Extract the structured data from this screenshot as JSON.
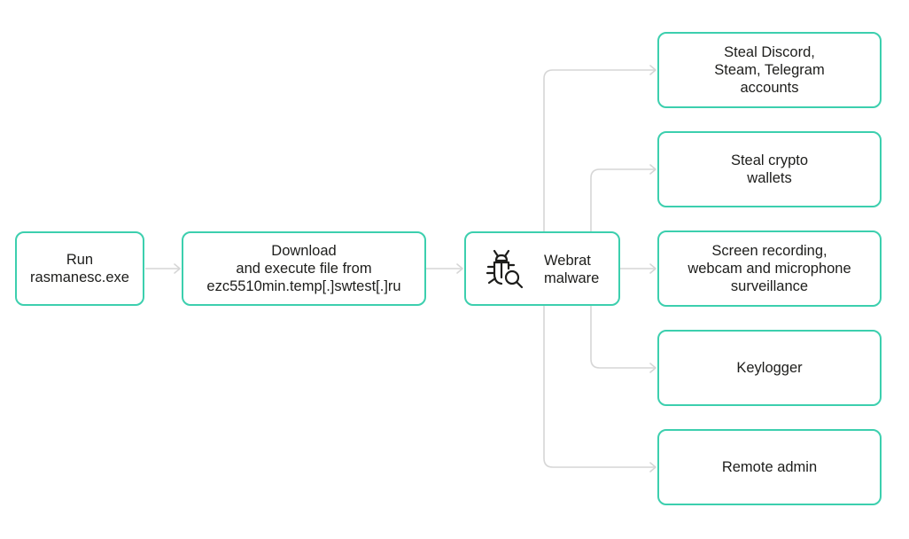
{
  "diagram": {
    "nodes": {
      "run": {
        "label": "Run\nrasmanesc.exe"
      },
      "download": {
        "label": "Download\nand execute file from\nezc5510min.temp[.]swtest[.]ru"
      },
      "webrat": {
        "label": "Webrat\nmalware",
        "icon": "bug-search-icon"
      },
      "steal_accounts": {
        "label": "Steal Discord,\nSteam, Telegram\naccounts"
      },
      "steal_crypto": {
        "label": "Steal crypto\nwallets"
      },
      "surveillance": {
        "label": "Screen recording,\nwebcam and microphone\nsurveillance"
      },
      "keylogger": {
        "label": "Keylogger"
      },
      "remote_admin": {
        "label": "Remote admin"
      }
    },
    "edges": [
      {
        "from": "run",
        "to": "download"
      },
      {
        "from": "download",
        "to": "webrat"
      },
      {
        "from": "webrat",
        "to": "steal_accounts"
      },
      {
        "from": "webrat",
        "to": "steal_crypto"
      },
      {
        "from": "webrat",
        "to": "surveillance"
      },
      {
        "from": "webrat",
        "to": "keylogger"
      },
      {
        "from": "webrat",
        "to": "remote_admin"
      }
    ],
    "colors": {
      "node_border": "#3ccfae",
      "connector": "#d6d6d6",
      "text": "#1d1d1b"
    }
  }
}
